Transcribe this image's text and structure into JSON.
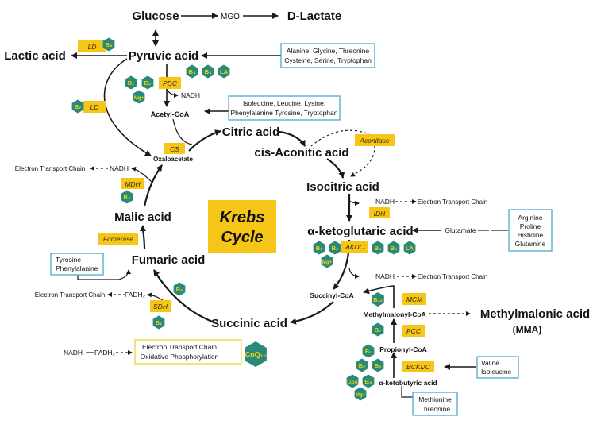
{
  "colors": {
    "hexagon": "#2a8a79",
    "hexagon_text": "#f5d20a",
    "enzyme_box": "#f5c518",
    "enzyme_text": "#3a2e00",
    "box_border": "#3fa0c7",
    "coq_border": "#f0d84a",
    "line": "#1a1a1a",
    "krebs_bg": "#f5c518"
  },
  "title": {
    "line1": "Krebs",
    "line2": "Cycle"
  },
  "metabolites": {
    "glucose": "Glucose",
    "mgo": "MGO",
    "d_lactate": "D-Lactate",
    "lactic_acid": "Lactic acid",
    "pyruvic_acid": "Pyruvic acid",
    "acetyl_coa": "Acetyl-CoA",
    "citric_acid": "Citric acid",
    "cis_aconitic_acid": "cis-Aconitic acid",
    "isocitric_acid": "Isocitric acid",
    "alpha_ketoglutaric_acid": "α-ketoglutaric acid",
    "succinyl_coa": "Succinyl-CoA",
    "succinic_acid": "Succinic acid",
    "fumaric_acid": "Fumaric acid",
    "malic_acid": "Malic acid",
    "oxaloacetate": "Oxaloacetate",
    "methylmalonyl_coa": "Methylmalonyl-CoA",
    "methylmalonic_acid": "Methylmalonic acid",
    "mma": "(MMA)",
    "propionyl_coa": "Propionyl-CoA",
    "alpha_ketobutyric_acid": "α-ketobutyric acid",
    "glutamate": "Glutamate",
    "nadh": "NADH",
    "fadh2": "FADH₂"
  },
  "etc_label": "Electron Transport Chain",
  "enzymes": {
    "ld_top": "LD",
    "ld_left": "LD",
    "pdc": "PDC",
    "cs": "CS",
    "aconitase": "Aconitase",
    "idh": "IDH",
    "akdc": "AKDC",
    "mdh": "MDH",
    "fumerase": "Fumerase",
    "sdh": "SDH",
    "mcm": "MCM",
    "pcc": "PCC",
    "bckdc": "BCKDC"
  },
  "cofactors": {
    "b3": "B₃",
    "b1": "B₁",
    "b2": "B₂",
    "b5": "B₅",
    "b7": "B₇",
    "b12": "B₁₂",
    "la": "LA",
    "lipa": "LipA",
    "mg": "Mg+",
    "coq10": "CoQ₁₀"
  },
  "amino_boxes": {
    "pyruvate_line1": "Alanine, Glycine, Threonine",
    "pyruvate_line2": "Cysteine, Serine, Tryptophan",
    "acetyl_line1": "Isoleucine, Leucine, Lysine,",
    "acetyl_line2": "Phenylalanine Tyrosine, Tryptophan",
    "glutamate_1": "Arginine",
    "glutamate_2": "Proline",
    "glutamate_3": "Histidine",
    "glutamate_4": "Glutamine",
    "fumarate_1": "Tyrosine",
    "fumarate_2": "Phenylalanine",
    "bcaa_1": "Valine",
    "bcaa_2": "Isoleucine",
    "ketobut_1": "Methionine",
    "ketobut_2": "Threonine"
  },
  "ox_box": {
    "line1": "Electron Transport Chain",
    "line2": "Oxidative Phosphorylation"
  }
}
